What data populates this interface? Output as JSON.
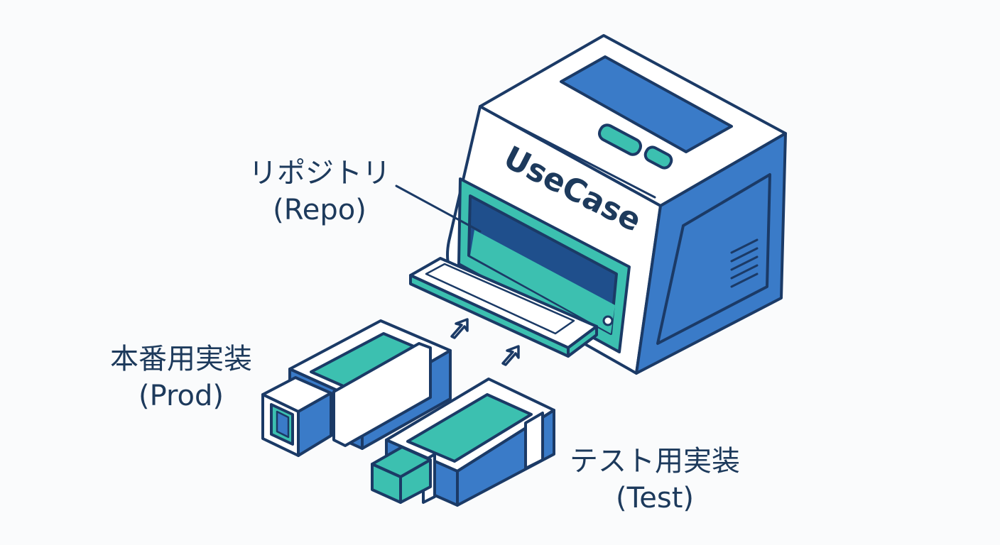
{
  "machine": {
    "label": "UseCase"
  },
  "labels": {
    "repo": {
      "line1": "リポジトリ",
      "line2": "(Repo)"
    },
    "prod": {
      "line1": "本番用実装",
      "line2": "(Prod)"
    },
    "test": {
      "line1": "テスト用実装",
      "line2": "(Test)"
    }
  },
  "colors": {
    "outline": "#1b3a66",
    "blue": "#3a7bc8",
    "teal": "#3cc0b0",
    "white": "#ffffff",
    "text": "#1d3a5c"
  }
}
